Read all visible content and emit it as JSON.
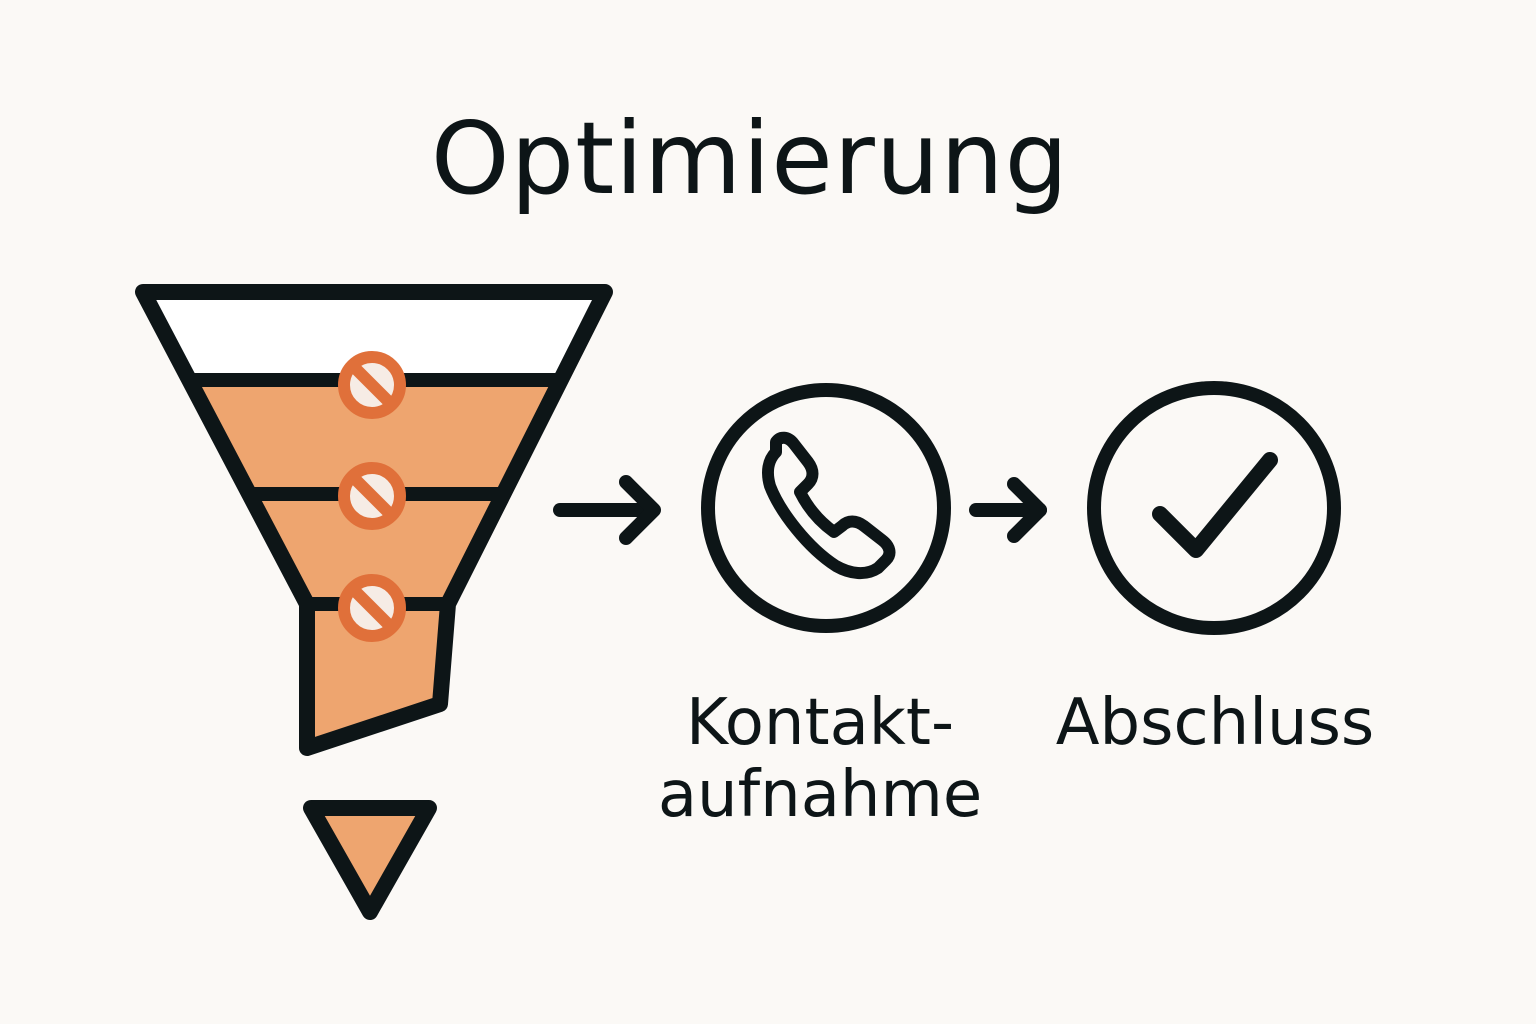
{
  "title": "Optimierung",
  "steps": [
    {
      "icon": "phone-icon",
      "label_line1": "Kontakt-",
      "label_line2": "aufnahme"
    },
    {
      "icon": "checkmark-icon",
      "label": "Abschluss"
    }
  ],
  "colors": {
    "background": "#fbf9f6",
    "stroke": "#0d1517",
    "fill": "#eea56f",
    "accent": "#e0703a"
  }
}
